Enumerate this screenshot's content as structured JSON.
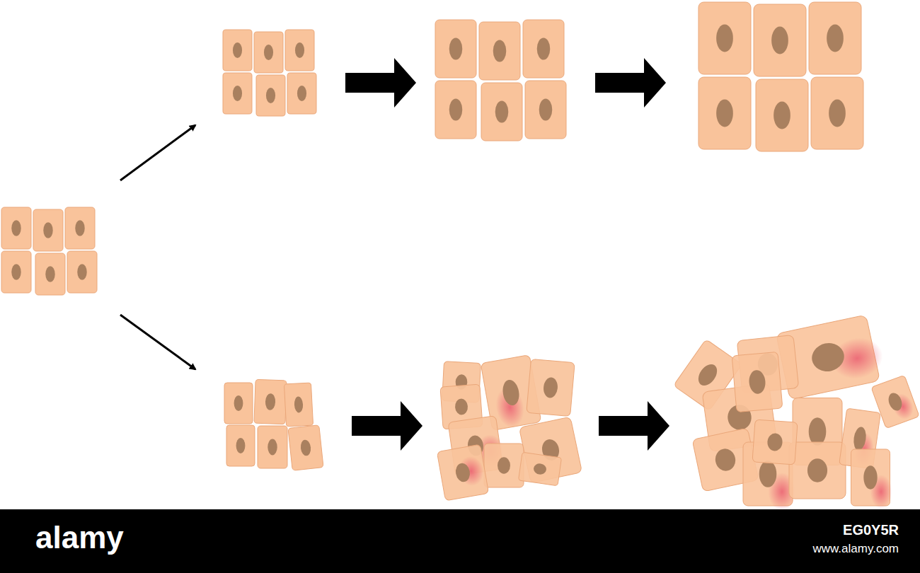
{
  "diagram": {
    "labels": [
      "alamy",
      "EG0Y5R",
      "www.alamy.com"
    ]
  }
}
